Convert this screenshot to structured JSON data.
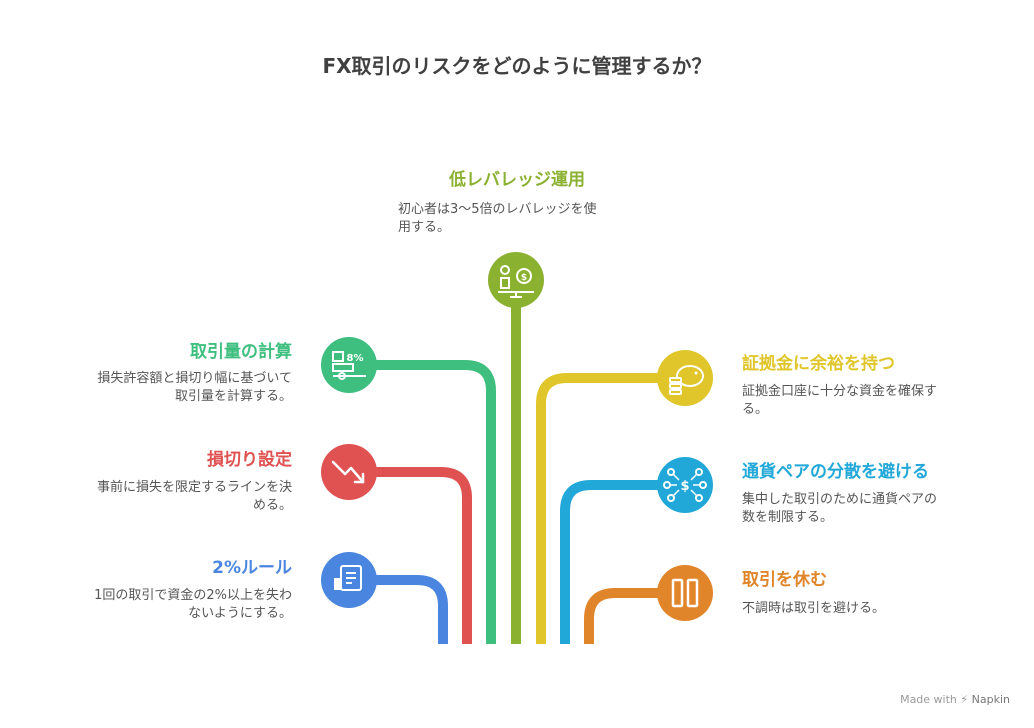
{
  "title": "FX取引のリスクをどのように管理するか？",
  "items": {
    "center": {
      "title": "低レバレッジ運用",
      "desc_l1": "初心者は3〜5倍のレバレッジを使",
      "desc_l2": "用する。",
      "color": "#8ab130",
      "icon": "person-scale-coin-icon"
    },
    "trade_size": {
      "title": "取引量の計算",
      "desc_l1": "損失許容額と損切り幅に基づいて",
      "desc_l2": "取引量を計算する。",
      "color": "#3fbf7f",
      "icon": "calculator-icon"
    },
    "stop_loss": {
      "title": "損切り設定",
      "desc_l1": "事前に損失を限定するラインを決",
      "desc_l2": "める。",
      "color": "#e05252",
      "icon": "trend-down-icon"
    },
    "two_percent": {
      "title": "2%ルール",
      "desc_l1": "1回の取引で資金の2%以上を失わ",
      "desc_l2": "ないようにする。",
      "color": "#4a86e0",
      "icon": "notebook-cup-icon"
    },
    "margin": {
      "title": "証拠金に余裕を持つ",
      "desc_l1": "証拠金口座に十分な資金を確保す",
      "desc_l2": "る。",
      "color": "#e0c62a",
      "icon": "piggy-bank-icon"
    },
    "diversify": {
      "title": "通貨ペアの分散を避ける",
      "desc_l1": "集中した取引のために通貨ペアの",
      "desc_l2": "数を制限する。",
      "color": "#22a8d8",
      "icon": "network-dollar-icon"
    },
    "rest": {
      "title": "取引を休む",
      "desc_l1": "不調時は取引を避ける。",
      "desc_l2": "",
      "color": "#e0852a",
      "icon": "pause-icon"
    }
  },
  "footer": {
    "made_with": "Made with",
    "brand": "Napkin"
  }
}
